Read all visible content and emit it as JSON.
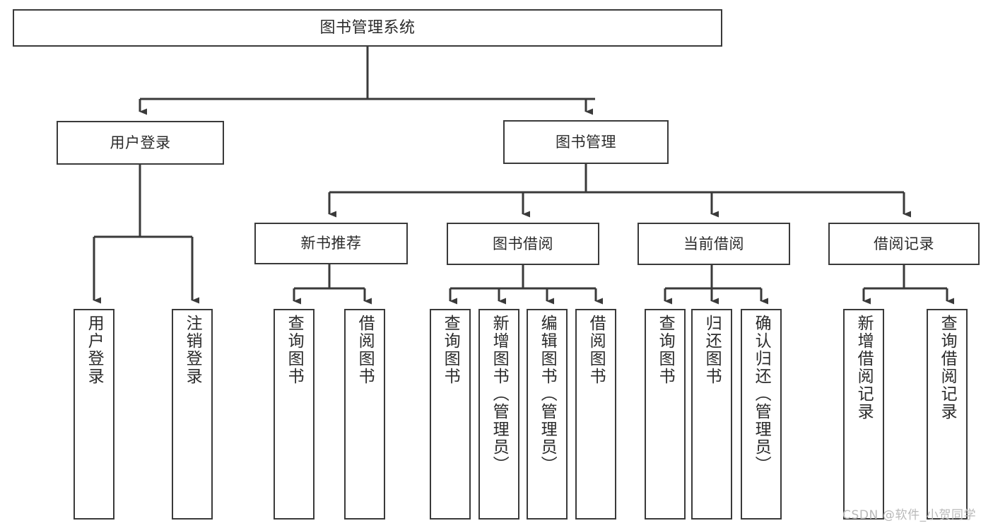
{
  "diagram": {
    "kind": "tree-hierarchy-chart",
    "title": "图书管理系统",
    "stroke_color": "#3a3a3a",
    "text_color": "#2b2b2b",
    "fill_color": "#ffffff",
    "background": "#ffffff",
    "watermark": "CSDN @软件_小贺同学",
    "levels": 3
  },
  "nodes": {
    "root": {
      "label": "图书管理系统",
      "level": 0,
      "orientation": "horizontal"
    },
    "login": {
      "label": "用户登录",
      "level": 1,
      "orientation": "horizontal"
    },
    "book_mgmt": {
      "label": "图书管理",
      "level": 1,
      "orientation": "horizontal"
    },
    "new_book_rec": {
      "label": "新书推荐",
      "level": 2,
      "orientation": "horizontal"
    },
    "book_borrow": {
      "label": "图书借阅",
      "level": 2,
      "orientation": "horizontal"
    },
    "current_borrow": {
      "label": "当前借阅",
      "level": 2,
      "orientation": "horizontal"
    },
    "borrow_record": {
      "label": "借阅记录",
      "level": 2,
      "orientation": "horizontal"
    },
    "leaf_user_login": {
      "label": "用户登录",
      "level": 3,
      "orientation": "vertical"
    },
    "leaf_logout": {
      "label": "注销登录",
      "level": 3,
      "orientation": "vertical"
    },
    "leaf_query_book_a": {
      "label": "查询图书",
      "level": 3,
      "orientation": "vertical"
    },
    "leaf_borrow_book_a": {
      "label": "借阅图书",
      "level": 3,
      "orientation": "vertical"
    },
    "leaf_query_book_b": {
      "label": "查询图书",
      "level": 3,
      "orientation": "vertical"
    },
    "leaf_add_book": {
      "label": "新增图书（管理员）",
      "level": 3,
      "orientation": "vertical"
    },
    "leaf_edit_book": {
      "label": "编辑图书（管理员）",
      "level": 3,
      "orientation": "vertical"
    },
    "leaf_borrow_book_b": {
      "label": "借阅图书",
      "level": 3,
      "orientation": "vertical"
    },
    "leaf_query_book_c": {
      "label": "查询图书",
      "level": 3,
      "orientation": "vertical"
    },
    "leaf_return_book": {
      "label": "归还图书",
      "level": 3,
      "orientation": "vertical"
    },
    "leaf_confirm_return": {
      "label": "确认归还（管理员）",
      "level": 3,
      "orientation": "vertical"
    },
    "leaf_add_record": {
      "label": "新增借阅记录",
      "level": 3,
      "orientation": "vertical"
    },
    "leaf_query_record": {
      "label": "查询借阅记录",
      "level": 3,
      "orientation": "vertical"
    }
  },
  "edges": [
    {
      "from": "root",
      "to": "login"
    },
    {
      "from": "root",
      "to": "book_mgmt"
    },
    {
      "from": "login",
      "to": "leaf_user_login"
    },
    {
      "from": "login",
      "to": "leaf_logout"
    },
    {
      "from": "book_mgmt",
      "to": "new_book_rec"
    },
    {
      "from": "book_mgmt",
      "to": "book_borrow"
    },
    {
      "from": "book_mgmt",
      "to": "current_borrow"
    },
    {
      "from": "book_mgmt",
      "to": "borrow_record"
    },
    {
      "from": "new_book_rec",
      "to": "leaf_query_book_a"
    },
    {
      "from": "new_book_rec",
      "to": "leaf_borrow_book_a"
    },
    {
      "from": "book_borrow",
      "to": "leaf_query_book_b"
    },
    {
      "from": "book_borrow",
      "to": "leaf_add_book"
    },
    {
      "from": "book_borrow",
      "to": "leaf_edit_book"
    },
    {
      "from": "book_borrow",
      "to": "leaf_borrow_book_b"
    },
    {
      "from": "current_borrow",
      "to": "leaf_query_book_c"
    },
    {
      "from": "current_borrow",
      "to": "leaf_return_book"
    },
    {
      "from": "current_borrow",
      "to": "leaf_confirm_return"
    },
    {
      "from": "borrow_record",
      "to": "leaf_add_record"
    },
    {
      "from": "borrow_record",
      "to": "leaf_query_record"
    }
  ]
}
